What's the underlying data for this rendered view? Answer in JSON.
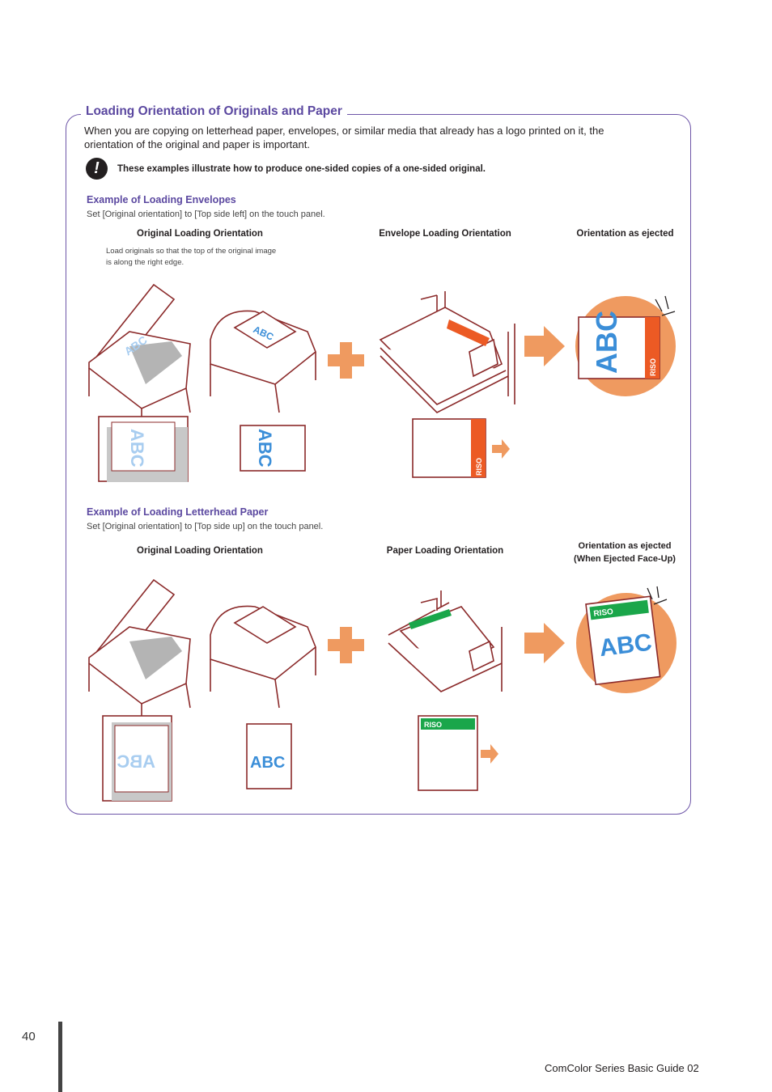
{
  "section": {
    "title": "Loading Orientation of Originals and Paper",
    "intro": "When you are copying on letterhead paper, envelopes, or similar media that already has a logo printed on it, the orientation of the original and paper is important.",
    "note": "These examples illustrate how to produce one-sided copies of a one-sided original."
  },
  "envelopes": {
    "title": "Example of Loading Envelopes",
    "desc": "Set [Original orientation] to [Top side left] on the touch panel.",
    "col_original": "Original Loading Orientation",
    "col_paper": "Envelope Loading Orientation",
    "col_ejected": "Orientation as ejected",
    "original_note_line1": "Load originals so that the top of the original image",
    "original_note_line2": "is along the right edge."
  },
  "letterhead": {
    "title": "Example of Loading Letterhead Paper",
    "desc": "Set [Original orientation] to [Top side up] on the touch panel.",
    "col_original": "Original Loading Orientation",
    "col_paper": "Paper Loading Orientation",
    "col_ejected_line1": "Orientation as ejected",
    "col_ejected_line2": "(When Ejected Face-Up)"
  },
  "artwork_text": {
    "abc": "ABC",
    "riso": "RISO"
  },
  "colors": {
    "accent_purple": "#5b48a0",
    "outline_red": "#8b2a2a",
    "orange": "#ef9a60",
    "riso_orange": "#ec5a24",
    "riso_green": "#1aa64a",
    "abc_blue": "#3b8ed8"
  },
  "footer": {
    "page_number": "40",
    "guide_title": "ComColor Series Basic Guide 02"
  }
}
